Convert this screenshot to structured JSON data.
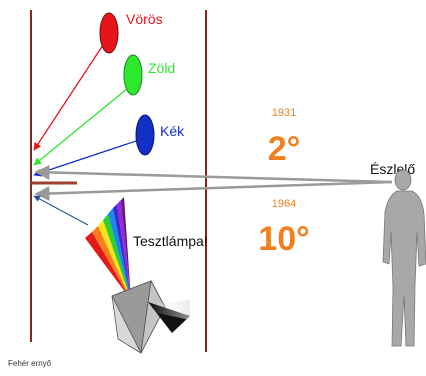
{
  "lights": [
    {
      "label": "Vörös",
      "color": "#e8141c"
    },
    {
      "label": "Zöld",
      "color": "#2ee82e"
    },
    {
      "label": "Kék",
      "color": "#1230c8"
    }
  ],
  "field_of_view": [
    {
      "year": "1931",
      "angle": "2°"
    },
    {
      "year": "1964",
      "angle": "10°"
    }
  ],
  "observer_label": "Észlelő",
  "test_lamp_label": "Tesztlámpa!",
  "screen_caption": "Fehér ernyő",
  "colors": {
    "wall": "#8b2323",
    "accent_orange": "#f08020",
    "sight_line": "#9a9a9a",
    "observer": "#a8a8a8",
    "prism": "#b0b0b0"
  }
}
